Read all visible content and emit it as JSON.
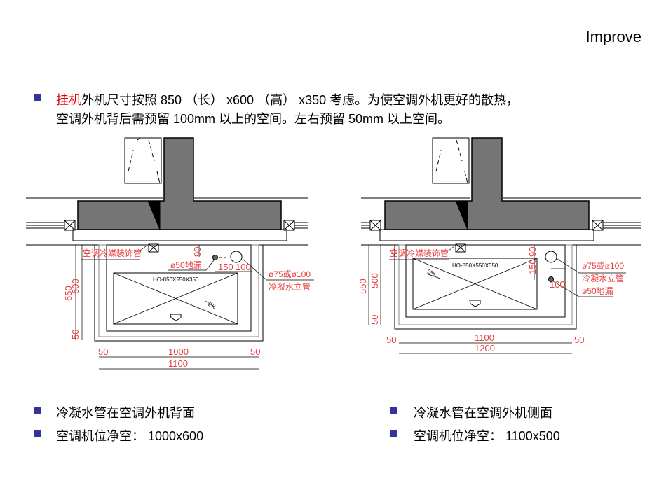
{
  "header": {
    "title": "Improve"
  },
  "intro": {
    "highlight": "挂机",
    "line1_rest": "外机尺寸按照 850 （长） x600 （高） x350 考虑。为使空调外机更好的散热，",
    "line2": "空调外机背后需预留 100mm 以上的空间。左右预留 50mm 以上空间。"
  },
  "colors": {
    "bullet": "#333399",
    "highlight": "#e00000",
    "dimension": "#e84040",
    "wall": "#757575"
  },
  "drawing_left": {
    "pipe_label": "空调冷媒装饰管",
    "floor_drain": "ø50地漏",
    "riser_size": "ø75或ø100",
    "riser_label": "冷凝水立管",
    "model": "HO-850X550X350",
    "slope": "2%",
    "dims": {
      "d90": "90",
      "d150": "150",
      "d100": "100",
      "d650": "650",
      "d600": "600",
      "d50v": "50",
      "d50l": "50",
      "d1000": "1000",
      "d50r": "50",
      "d1100": "1100"
    }
  },
  "drawing_right": {
    "pipe_label": "空调冷媒装饰管",
    "floor_drain": "ø50地漏",
    "riser_size": "ø75或ø100",
    "riser_label": "冷凝水立管",
    "model": "HO-850X550X350",
    "slope": "2%",
    "dims": {
      "d90": "90",
      "d150": "150",
      "d100": "100",
      "d550": "550",
      "d500": "500",
      "d50v": "50",
      "d50l": "50",
      "d1100": "1100",
      "d50r": "50",
      "d1200": "1200"
    }
  },
  "captions": {
    "left": [
      "冷凝水管在空调外机背面",
      "空调机位净空： 1000x600"
    ],
    "right": [
      "冷凝水管在空调外机侧面",
      "空调机位净空： 1100x500"
    ]
  }
}
